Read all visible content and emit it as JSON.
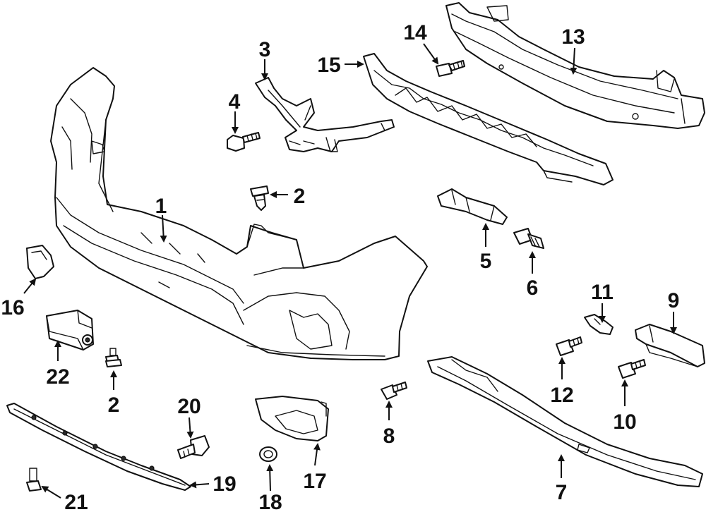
{
  "callouts": [
    {
      "id": "c1",
      "label": "1"
    },
    {
      "id": "c2a",
      "label": "2"
    },
    {
      "id": "c2b",
      "label": "2"
    },
    {
      "id": "c3",
      "label": "3"
    },
    {
      "id": "c4",
      "label": "4"
    },
    {
      "id": "c5",
      "label": "5"
    },
    {
      "id": "c6",
      "label": "6"
    },
    {
      "id": "c7",
      "label": "7"
    },
    {
      "id": "c8",
      "label": "8"
    },
    {
      "id": "c9",
      "label": "9"
    },
    {
      "id": "c10",
      "label": "10"
    },
    {
      "id": "c11",
      "label": "11"
    },
    {
      "id": "c12",
      "label": "12"
    },
    {
      "id": "c13",
      "label": "13"
    },
    {
      "id": "c14",
      "label": "14"
    },
    {
      "id": "c15",
      "label": "15"
    },
    {
      "id": "c16",
      "label": "16"
    },
    {
      "id": "c17",
      "label": "17"
    },
    {
      "id": "c18",
      "label": "18"
    },
    {
      "id": "c19",
      "label": "19"
    },
    {
      "id": "c20",
      "label": "20"
    },
    {
      "id": "c21",
      "label": "21"
    },
    {
      "id": "c22",
      "label": "22"
    }
  ]
}
